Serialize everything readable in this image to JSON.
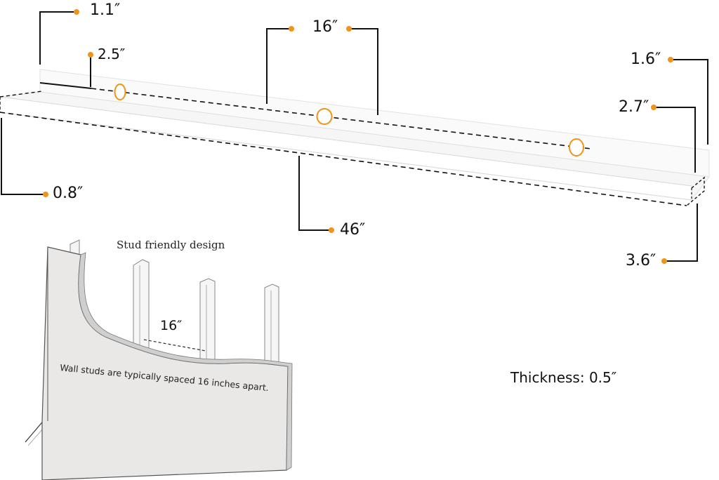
{
  "colors": {
    "accent": "#F29318",
    "line": "#111111",
    "shelf_edge": "#dcdcdc",
    "wall_fill": "#e9e8e6",
    "stud_fill": "#f4f4f4"
  },
  "dimensions": {
    "back_height": "1.1″",
    "hole_from_end": "2.5″",
    "hole_spacing": "16″",
    "front_lip": "0.8″",
    "length": "46″",
    "lip_height": "1.6″",
    "depth_inner": "2.7″",
    "depth_total": "3.6″"
  },
  "wall_illustration": {
    "title": "Stud friendly design",
    "stud_spacing": "16″",
    "caption_line1": "Wall studs are typically spaced 16 inches apart."
  },
  "thickness_label": "Thickness: 0.5″"
}
